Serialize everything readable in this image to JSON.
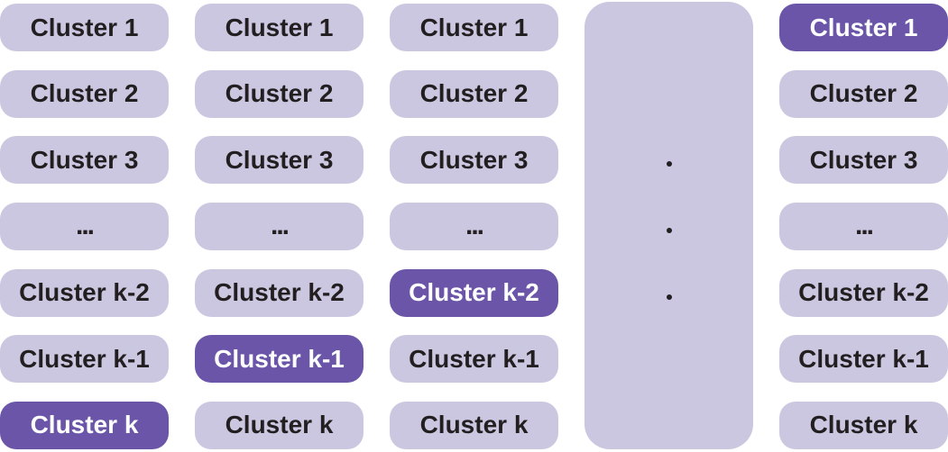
{
  "diagram": {
    "kind": "clustering-results-ensemble",
    "colors": {
      "background": "#ffffff",
      "pill_bg": "#ccc7e1",
      "pill_active_bg": "#6a55a9",
      "pill_text": "#231f20",
      "pill_active_text": "#ffffff",
      "dot_color": "#231f20"
    }
  },
  "columns": [
    {
      "type": "cluster-list",
      "active_row": 6,
      "items": [
        "Cluster 1",
        "Cluster 2",
        "Cluster 3",
        "...",
        "Cluster k-2",
        "Cluster k-1",
        "Cluster k"
      ]
    },
    {
      "type": "cluster-list",
      "active_row": 5,
      "items": [
        "Cluster 1",
        "Cluster 2",
        "Cluster 3",
        "...",
        "Cluster k-2",
        "Cluster k-1",
        "Cluster k"
      ]
    },
    {
      "type": "cluster-list",
      "active_row": 4,
      "items": [
        "Cluster 1",
        "Cluster 2",
        "Cluster 3",
        "...",
        "Cluster k-2",
        "Cluster k-1",
        "Cluster k"
      ]
    },
    {
      "type": "ellipsis-panel",
      "dots": [
        ".",
        ".",
        "."
      ]
    },
    {
      "type": "cluster-list",
      "active_row": 0,
      "items": [
        "Cluster 1",
        "Cluster 2",
        "Cluster 3",
        "...",
        "Cluster k-2",
        "Cluster k-1",
        "Cluster k"
      ]
    }
  ]
}
